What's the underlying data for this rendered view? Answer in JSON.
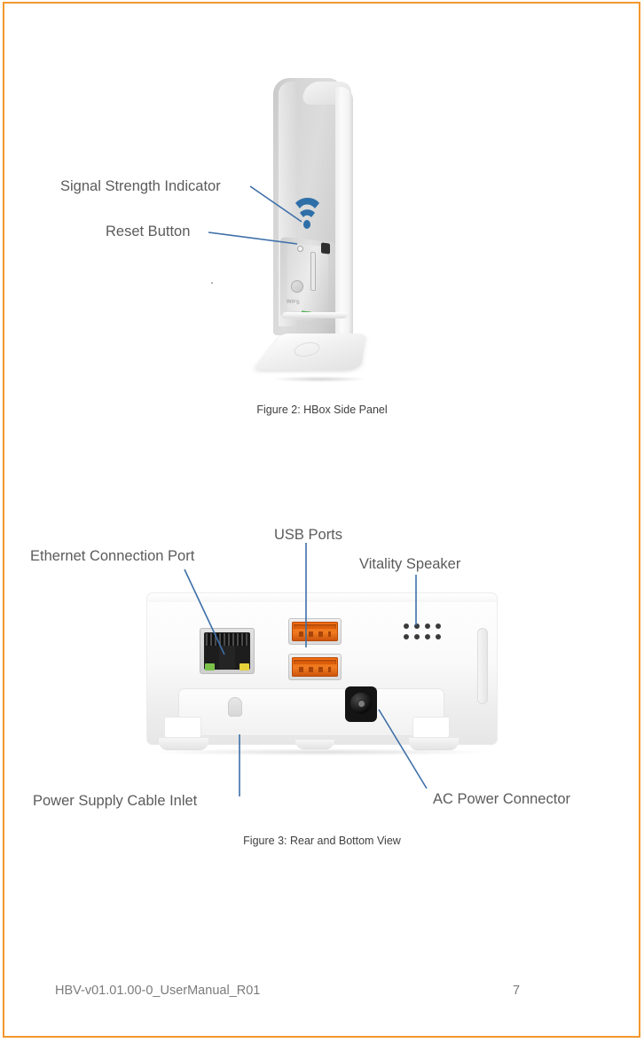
{
  "page": {
    "border_color": "#f2972d",
    "background": "#ffffff"
  },
  "figure2": {
    "caption": "Figure 2: HBox Side Panel",
    "labels": [
      {
        "id": "signal-strength-indicator",
        "text": "Signal Strength Indicator"
      },
      {
        "id": "reset-button",
        "text": "Reset Button"
      }
    ],
    "device_marks": {
      "wps_text": "WPS"
    }
  },
  "figure3": {
    "caption": "Figure 3: Rear and Bottom View",
    "labels": [
      {
        "id": "ethernet-connection-port",
        "text": "Ethernet Connection Port"
      },
      {
        "id": "usb-ports",
        "text": "USB Ports"
      },
      {
        "id": "vitality-speaker",
        "text": "Vitality Speaker"
      },
      {
        "id": "power-supply-cable-inlet",
        "text": "Power Supply Cable Inlet"
      },
      {
        "id": "ac-power-connector",
        "text": "AC Power Connector"
      }
    ]
  },
  "footer": {
    "document_id": "HBV-v01.01.00-0_UserManual_R01",
    "page_number": "7"
  },
  "colors": {
    "label_text": "#5b5b5b",
    "caption_text": "#3f3f3f",
    "footer_text": "#7b7b7b",
    "leader_line": "#3d6fa8",
    "usb_orange": "#ef7b20",
    "wifi_blue": "#2f6fa8",
    "border_orange": "#f2972d"
  }
}
